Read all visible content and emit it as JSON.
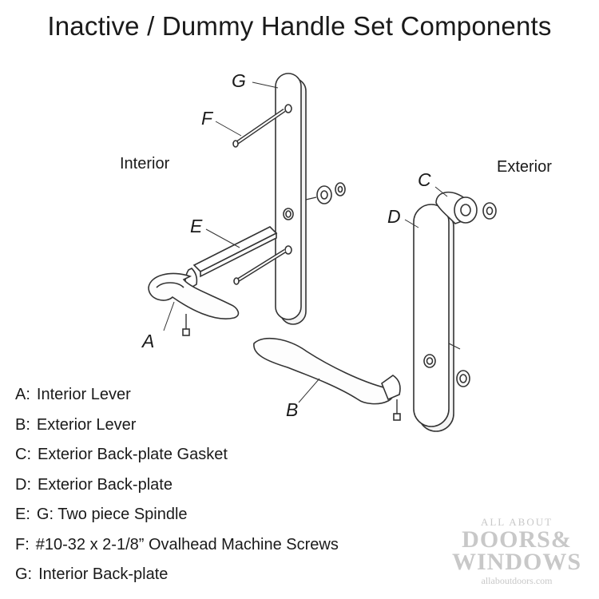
{
  "title": "Inactive / Dummy Handle Set Components",
  "labels": {
    "interior": "Interior",
    "exterior": "Exterior"
  },
  "callouts": {
    "a": "A",
    "b": "B",
    "c": "C",
    "d": "D",
    "e": "E",
    "f": "F",
    "g": "G"
  },
  "legend": [
    {
      "key": "A:",
      "text": "Interior Lever"
    },
    {
      "key": "B:",
      "text": "Exterior Lever"
    },
    {
      "key": "C:",
      "text": "Exterior Back-plate Gasket"
    },
    {
      "key": "D:",
      "text": "Exterior Back-plate"
    },
    {
      "key": "E:",
      "text": "G:  Two piece Spindle"
    },
    {
      "key": "F:",
      "text": "#10-32 x 2-1/8” Ovalhead Machine Screws"
    },
    {
      "key": "G:",
      "text": "Interior Back-plate"
    }
  ],
  "watermark": {
    "top": "ALL ABOUT",
    "doors": "DOORS&",
    "windows": "WINDOWS",
    "url": "allaboutdoors.com"
  }
}
